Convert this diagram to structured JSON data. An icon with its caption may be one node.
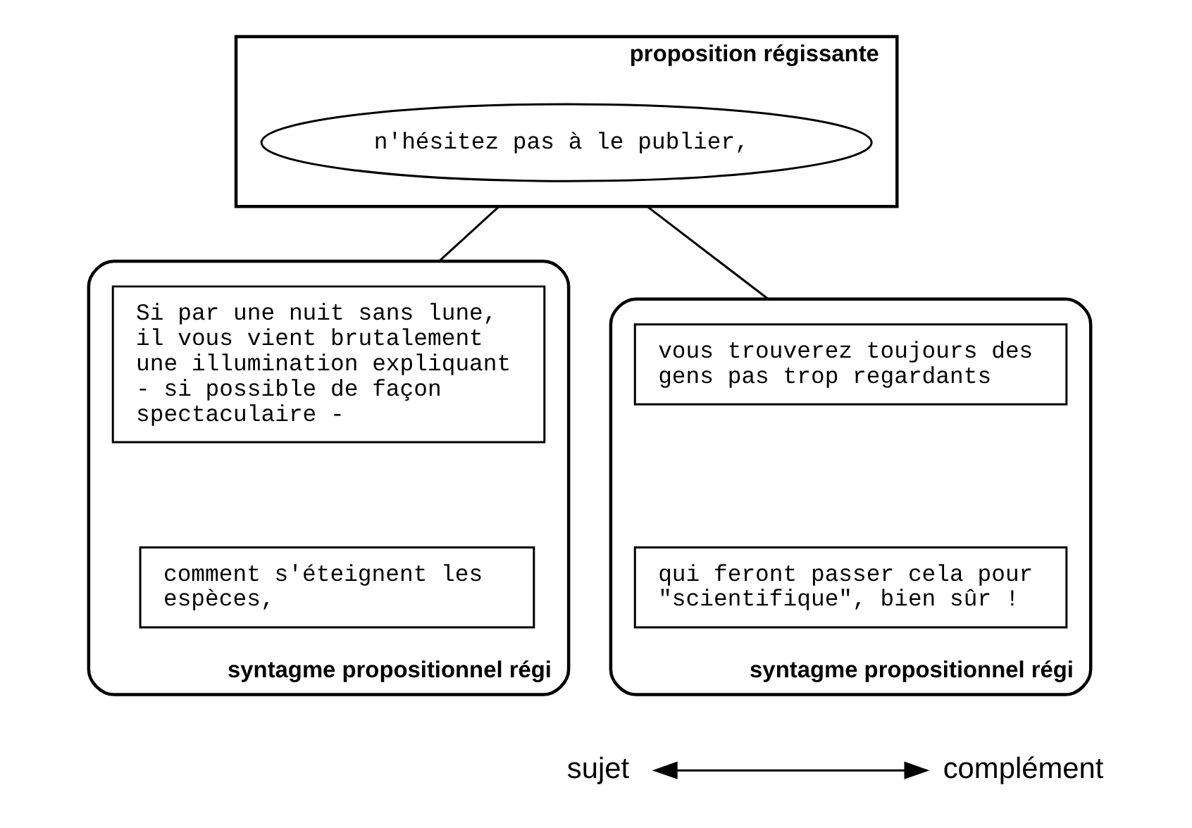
{
  "diagram": {
    "nodes": [
      {
        "text": [],
        "shape": "box",
        "beside": [
          "proposition régissante"
        ]
      },
      {
        "text": [
          "n'hésitez pas à le publier,"
        ],
        "in": 0
      },
      {
        "text": [],
        "shape": "box",
        "beside": [
          "syntagme propositionnel régi"
        ]
      },
      {
        "text": [
          "Si par une nuit sans lune, il vous vient brutalement une illumination expliquant - si possible de façon spectaculaire -"
        ],
        "in": 2
      },
      {
        "text": [
          "comment s'éteignent les espèces,"
        ],
        "in": 2
      },
      {
        "text": [],
        "shape": "box",
        "beside": [
          "syntagme propositionnel régi"
        ]
      },
      {
        "text": [
          "vous trouverez toujours des gens pas trop regardants"
        ],
        "in": 5
      },
      {
        "text": [
          "qui feront passer cela pour \"scientifique\", bien sûr !"
        ],
        "in": 5
      },
      {
        "text": [
          "sujet"
        ]
      },
      {
        "text": [
          "complément"
        ]
      }
    ],
    "edges": [
      {
        "from": 0,
        "to": 2,
        "arrow": "none"
      },
      {
        "from": 0,
        "to": 5,
        "arrow": "none"
      },
      {
        "from": 8,
        "to": 9,
        "arrow": "both"
      }
    ]
  }
}
